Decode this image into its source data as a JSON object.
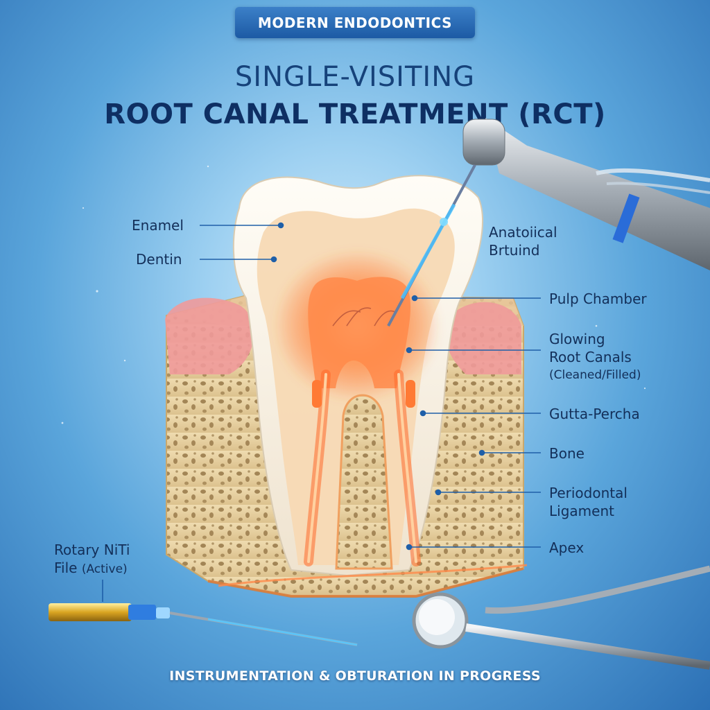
{
  "header": {
    "badge": "MODERN ENDODONTICS",
    "title_line1": "SINGLE-VISITING",
    "title_line2": "ROOT CANAL TREATMENT (RCT)"
  },
  "labels": {
    "enamel": "Enamel",
    "dentin": "Dentin",
    "anatomical_line1": "Anatoiical",
    "anatomical_line2": "Brtuind",
    "pulp_chamber": "Pulp Chamber",
    "root_canals_line1": "Glowing",
    "root_canals_line2": "Root Canals",
    "root_canals_line3": "(Cleaned/Filled)",
    "gutta_percha": "Gutta-Percha",
    "bone": "Bone",
    "periodontal_line1": "Periodontal",
    "periodontal_line2": "Ligament",
    "apex": "Apex",
    "rotary_line1": "Rotary NiTi",
    "rotary_line2": "File",
    "rotary_line2_note": "(Active)"
  },
  "footer": {
    "caption": "INSTRUMENTATION & OBTURATION IN PROGRESS"
  },
  "colors": {
    "background": "#5aa5db",
    "badge": "#2a6cb8",
    "title": "#0e2f63",
    "leader_line": "#1f5fa8",
    "pulp_glow": "#ff7a3a",
    "enamel": "#f6f0e6",
    "bone": "#e6d2a4"
  }
}
